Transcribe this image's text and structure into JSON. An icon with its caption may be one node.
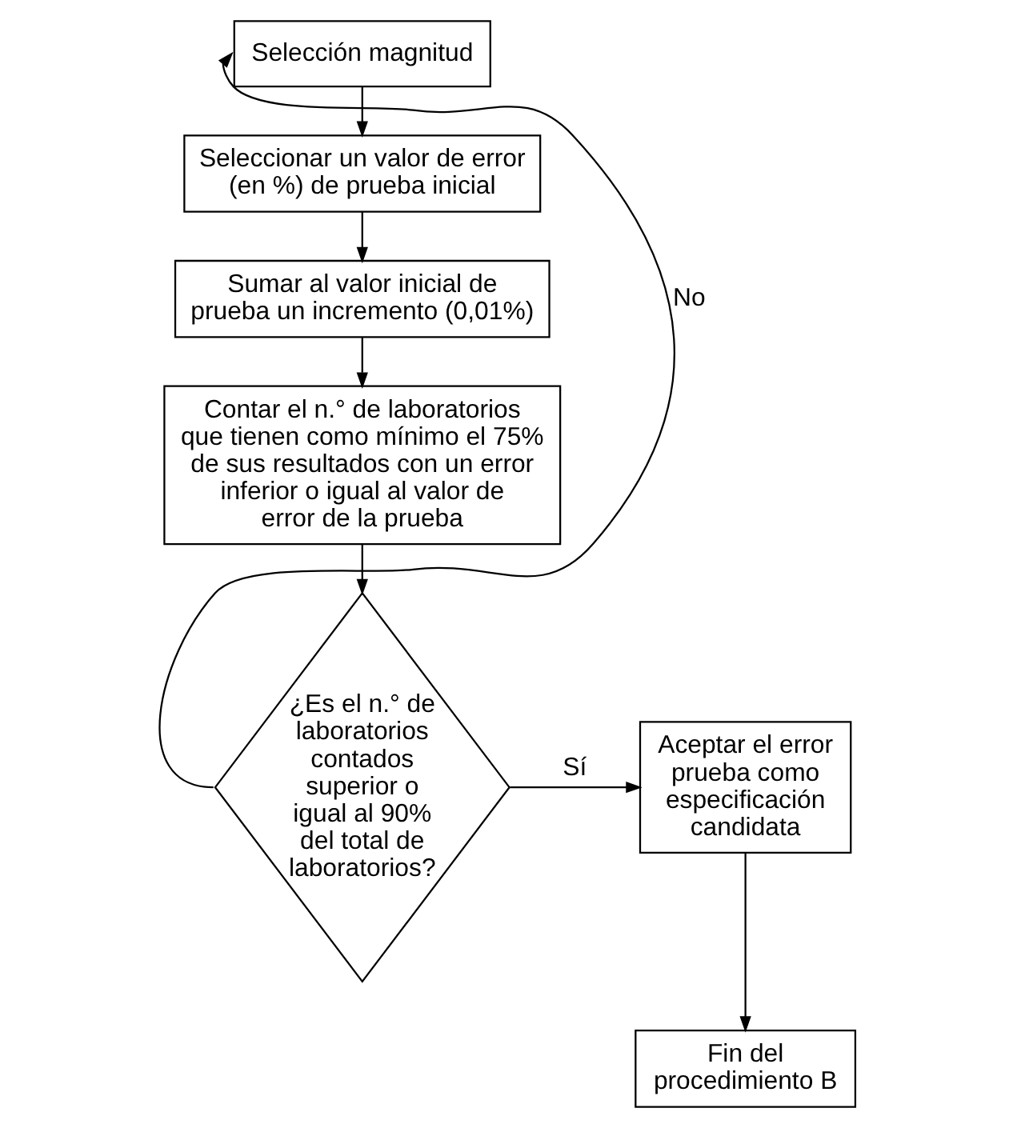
{
  "diagram": {
    "nodes": [
      {
        "text": [
          "Selección magnitud"
        ]
      },
      {
        "text": [
          "Seleccionar un valor de error (en %) de prueba inicial"
        ]
      },
      {
        "text": [
          "Sumar al valor inicial de prueba un incremento (0,01%)"
        ]
      },
      {
        "text": [
          "Contar el n.° de laboratorios que tienen como mínimo el 75% de sus resultados con un error inferior o igual al valor de error de la prueba"
        ]
      },
      {
        "text": [
          "¿Es el n.° de laboratorios contados superior o igual al 90% del total de laboratorios?"
        ]
      },
      {
        "text": [
          "Aceptar el error prueba como especificación candidata"
        ]
      },
      {
        "text": [
          "Fin del procedimiento B"
        ]
      }
    ],
    "edges": [
      {
        "from": 0,
        "to": 1,
        "arrow": "to"
      },
      {
        "from": 1,
        "to": 2,
        "arrow": "to"
      },
      {
        "from": 2,
        "to": 3,
        "arrow": "to"
      },
      {
        "from": 3,
        "to": 4,
        "arrow": "to"
      },
      {
        "from": 4,
        "to": 5,
        "arrow": "to",
        "label": "Sí"
      },
      {
        "from": 4,
        "to": 0,
        "arrow": "to",
        "label": "No"
      },
      {
        "from": 5,
        "to": 6,
        "arrow": "to"
      }
    ]
  }
}
